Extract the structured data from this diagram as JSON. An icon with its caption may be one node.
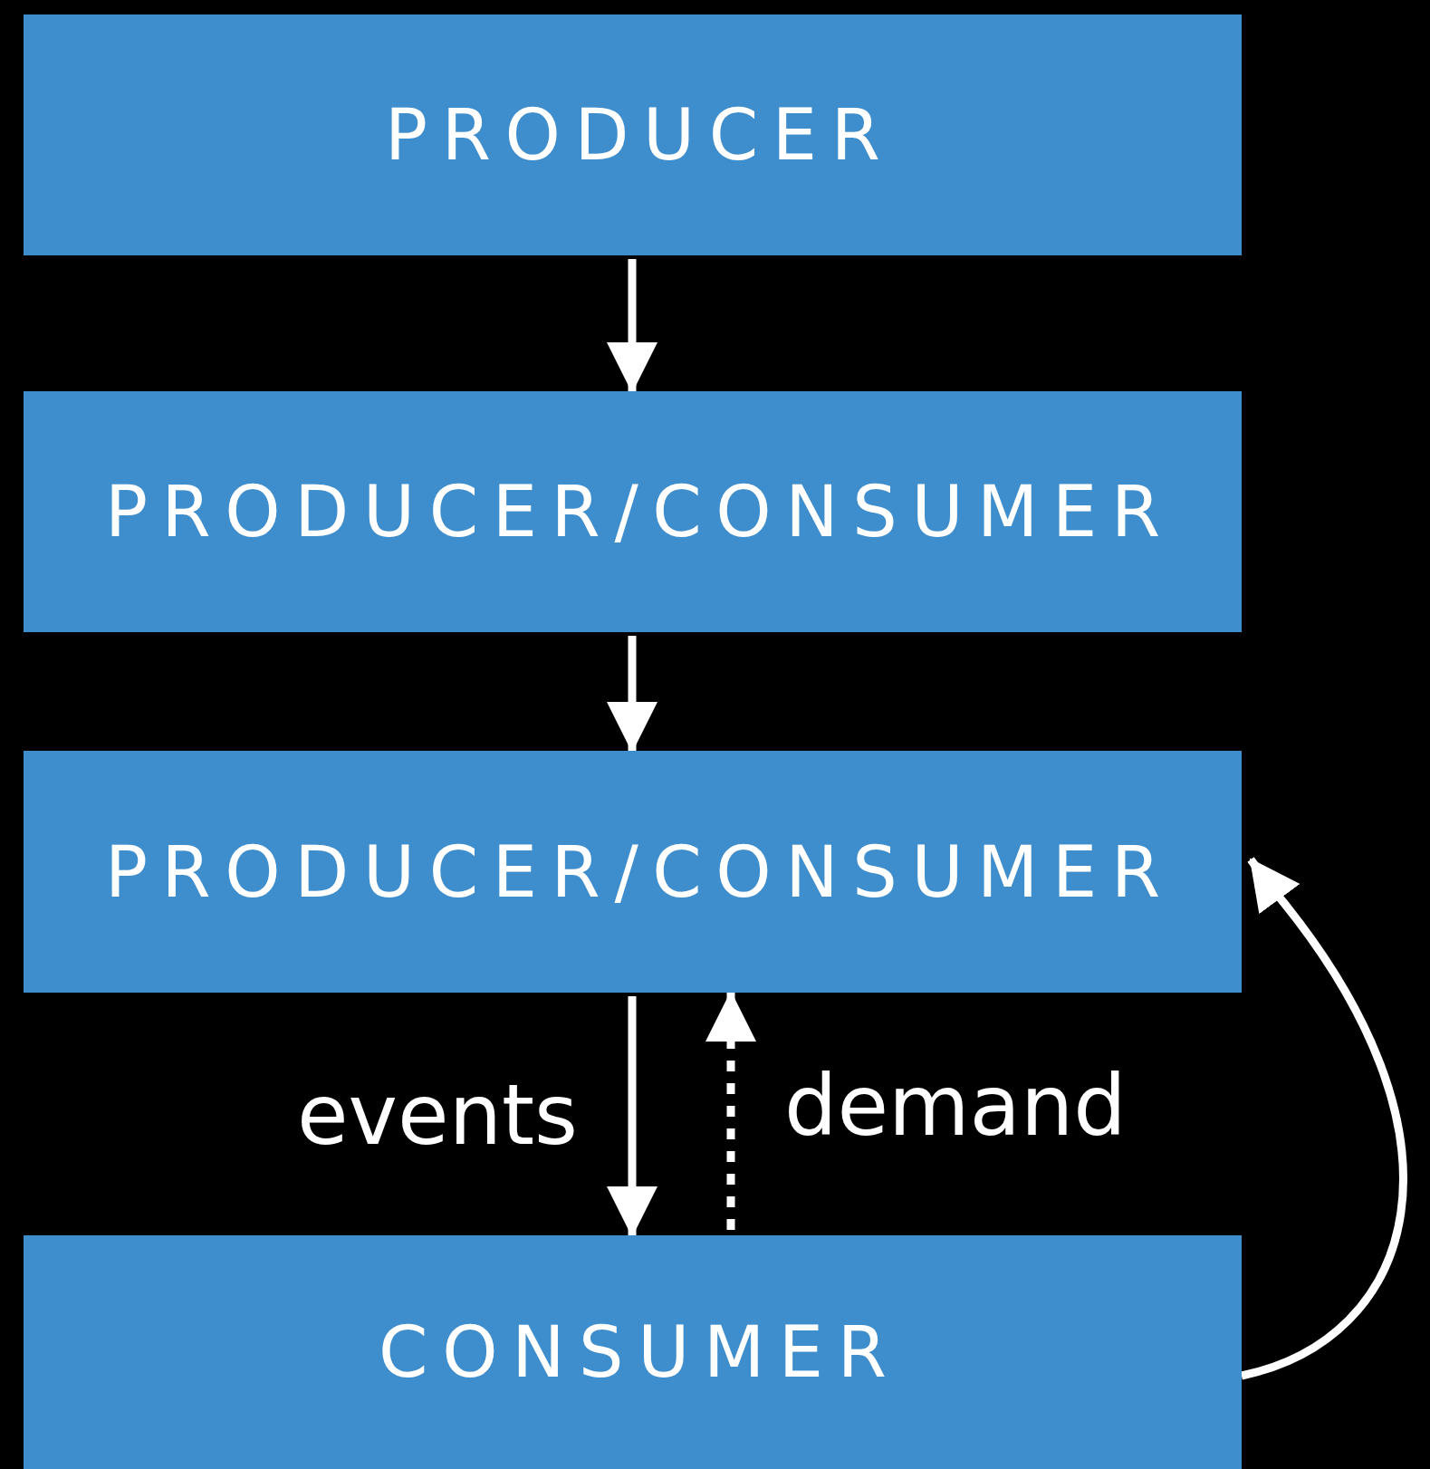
{
  "diagram": {
    "nodes": [
      {
        "text": [
          "PRODUCER"
        ]
      },
      {
        "text": [
          "PRODUCER/CONSUMER"
        ]
      },
      {
        "text": [
          "PRODUCER/CONSUMER"
        ]
      },
      {
        "text": [
          "CONSUMER"
        ]
      }
    ],
    "edges": [
      {
        "from": 0,
        "to": 1,
        "arrow": "to"
      },
      {
        "from": 1,
        "to": 2,
        "arrow": "to"
      },
      {
        "from": 2,
        "to": 3,
        "arrow": "to",
        "label": "events"
      },
      {
        "from": 3,
        "to": 2,
        "arrow": "to",
        "label": "demand",
        "style": "dashed"
      },
      {
        "from": 3,
        "to": 2,
        "arrow": "to"
      }
    ]
  }
}
